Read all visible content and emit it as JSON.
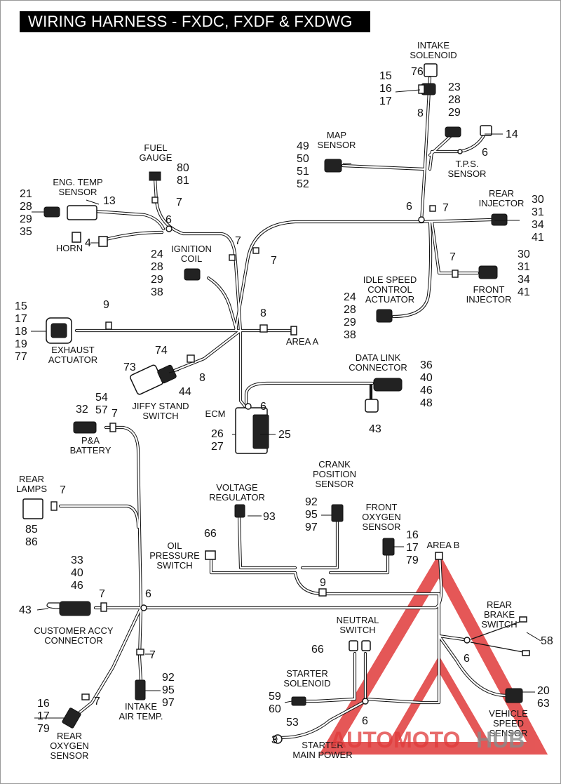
{
  "title": "WIRING HARNESS - FXDC, FXDF & FXDWG",
  "watermark": {
    "text_red": "AUTOMOTO",
    "text_gray": "HUB",
    "color_red": "#e03a3a",
    "color_gray": "#8a8a8a"
  },
  "labels": [
    {
      "id": "intake-solenoid",
      "lines": [
        "INTAKE",
        "SOLENOID"
      ]
    },
    {
      "id": "map-sensor",
      "lines": [
        "MAP",
        "SENSOR"
      ]
    },
    {
      "id": "tps-sensor",
      "lines": [
        "T.P.S.",
        "SENSOR"
      ]
    },
    {
      "id": "fuel-gauge",
      "lines": [
        "FUEL",
        "GAUGE"
      ]
    },
    {
      "id": "eng-temp-sensor",
      "lines": [
        "ENG. TEMP",
        "SENSOR"
      ]
    },
    {
      "id": "horn",
      "lines": [
        "HORN"
      ]
    },
    {
      "id": "ignition-coil",
      "lines": [
        "IGNITION",
        "COIL"
      ]
    },
    {
      "id": "rear-injector",
      "lines": [
        "REAR",
        "INJECTOR"
      ]
    },
    {
      "id": "front-injector",
      "lines": [
        "FRONT",
        "INJECTOR"
      ]
    },
    {
      "id": "idle-speed-control-actuator",
      "lines": [
        "IDLE SPEED",
        "CONTROL",
        "ACTUATOR"
      ]
    },
    {
      "id": "area-a",
      "lines": [
        "AREA A"
      ]
    },
    {
      "id": "exhaust-actuator",
      "lines": [
        "EXHAUST",
        "ACTUATOR"
      ]
    },
    {
      "id": "jiffy-stand-switch",
      "lines": [
        "JIFFY STAND",
        "SWITCH"
      ]
    },
    {
      "id": "data-link-connector",
      "lines": [
        "DATA LINK",
        "CONNECTOR"
      ]
    },
    {
      "id": "ecm",
      "lines": [
        "ECM"
      ]
    },
    {
      "id": "pa-battery",
      "lines": [
        "P&A",
        "BATTERY"
      ]
    },
    {
      "id": "crank-position-sensor",
      "lines": [
        "CRANK",
        "POSITION",
        "SENSOR"
      ]
    },
    {
      "id": "voltage-regulator",
      "lines": [
        "VOLTAGE",
        "REGULATOR"
      ]
    },
    {
      "id": "front-oxygen-sensor",
      "lines": [
        "FRONT",
        "OXYGEN",
        "SENSOR"
      ]
    },
    {
      "id": "rear-lamps",
      "lines": [
        "REAR",
        "LAMPS"
      ]
    },
    {
      "id": "oil-pressure-switch",
      "lines": [
        "OIL",
        "PRESSURE",
        "SWITCH"
      ]
    },
    {
      "id": "area-b",
      "lines": [
        "AREA B"
      ]
    },
    {
      "id": "customer-accy-connector",
      "lines": [
        "CUSTOMER ACCY",
        "CONNECTOR"
      ]
    },
    {
      "id": "rear-brake-switch",
      "lines": [
        "REAR",
        "BRAKE",
        "SWITCH"
      ]
    },
    {
      "id": "neutral-switch",
      "lines": [
        "NEUTRAL",
        "SWITCH"
      ]
    },
    {
      "id": "starter-solenoid",
      "lines": [
        "STARTER",
        "SOLENOID"
      ]
    },
    {
      "id": "intake-air-temp",
      "lines": [
        "INTAKE",
        "AIR TEMP."
      ]
    },
    {
      "id": "vehicle-speed-sensor",
      "lines": [
        "VEHICLE",
        "SPEED",
        "SENSOR"
      ]
    },
    {
      "id": "rear-oxygen-sensor",
      "lines": [
        "REAR",
        "OXYGEN",
        "SENSOR"
      ]
    },
    {
      "id": "starter-main-power",
      "lines": [
        "STARTER",
        "MAIN POWER"
      ]
    }
  ],
  "callouts": [
    {
      "id": "c-76",
      "lines": [
        "76"
      ]
    },
    {
      "id": "c-15-16-17-top",
      "lines": [
        "15",
        "16",
        "17"
      ]
    },
    {
      "id": "c-23-28-29",
      "lines": [
        "23",
        "28",
        "29"
      ]
    },
    {
      "id": "c-8-intake",
      "lines": [
        "8"
      ]
    },
    {
      "id": "c-14",
      "lines": [
        "14"
      ]
    },
    {
      "id": "c-6-tps",
      "lines": [
        "6"
      ]
    },
    {
      "id": "c-49-52",
      "lines": [
        "49",
        "50",
        "51",
        "52"
      ]
    },
    {
      "id": "c-80-81",
      "lines": [
        "80",
        "81"
      ]
    },
    {
      "id": "c-7-fuel",
      "lines": [
        "7"
      ]
    },
    {
      "id": "c-21-35",
      "lines": [
        "21",
        "28",
        "29",
        "35"
      ]
    },
    {
      "id": "c-13",
      "lines": [
        "13"
      ]
    },
    {
      "id": "c-6-eng",
      "lines": [
        "6"
      ]
    },
    {
      "id": "c-4",
      "lines": [
        "4"
      ]
    },
    {
      "id": "c-7-a",
      "lines": [
        "7"
      ]
    },
    {
      "id": "c-7-b",
      "lines": [
        "7"
      ]
    },
    {
      "id": "c-24-38-coil",
      "lines": [
        "24",
        "28",
        "29",
        "38"
      ]
    },
    {
      "id": "c-6-center",
      "lines": [
        "6"
      ]
    },
    {
      "id": "c-7-center",
      "lines": [
        "7"
      ]
    },
    {
      "id": "c-30-41-rear",
      "lines": [
        "30",
        "31",
        "34",
        "41"
      ]
    },
    {
      "id": "c-7-front-inj",
      "lines": [
        "7"
      ]
    },
    {
      "id": "c-30-41-front",
      "lines": [
        "30",
        "31",
        "34",
        "41"
      ]
    },
    {
      "id": "c-24-38-idle",
      "lines": [
        "24",
        "28",
        "29",
        "38"
      ]
    },
    {
      "id": "c-9-exhaust",
      "lines": [
        "9"
      ]
    },
    {
      "id": "c-15-77",
      "lines": [
        "15",
        "17",
        "18",
        "19",
        "77"
      ]
    },
    {
      "id": "c-8-area-a",
      "lines": [
        "8"
      ]
    },
    {
      "id": "c-74",
      "lines": [
        "74"
      ]
    },
    {
      "id": "c-73",
      "lines": [
        "73"
      ]
    },
    {
      "id": "c-8-jiffy",
      "lines": [
        "8"
      ]
    },
    {
      "id": "c-44",
      "lines": [
        "44"
      ]
    },
    {
      "id": "c-36-48",
      "lines": [
        "36",
        "40",
        "46",
        "48"
      ]
    },
    {
      "id": "c-43-dlc",
      "lines": [
        "43"
      ]
    },
    {
      "id": "c-6-ecm",
      "lines": [
        "6"
      ]
    },
    {
      "id": "c-26-27",
      "lines": [
        "26",
        "27"
      ]
    },
    {
      "id": "c-25",
      "lines": [
        "25"
      ]
    },
    {
      "id": "c-54-57",
      "lines": [
        "54",
        "57"
      ]
    },
    {
      "id": "c-32",
      "lines": [
        "32"
      ]
    },
    {
      "id": "c-7-battery",
      "lines": [
        "7"
      ]
    },
    {
      "id": "c-7-rear-lamps",
      "lines": [
        "7"
      ]
    },
    {
      "id": "c-85-86",
      "lines": [
        "85",
        "86"
      ]
    },
    {
      "id": "c-93",
      "lines": [
        "93"
      ]
    },
    {
      "id": "c-92-97-crank",
      "lines": [
        "92",
        "95",
        "97"
      ]
    },
    {
      "id": "c-16-79-front",
      "lines": [
        "16",
        "17",
        "79"
      ]
    },
    {
      "id": "c-66-oil",
      "lines": [
        "66"
      ]
    },
    {
      "id": "c-9-lower",
      "lines": [
        "9"
      ]
    },
    {
      "id": "c-33-46",
      "lines": [
        "33",
        "40",
        "46"
      ]
    },
    {
      "id": "c-7-accy",
      "lines": [
        "7"
      ]
    },
    {
      "id": "c-43-accy",
      "lines": [
        "43"
      ]
    },
    {
      "id": "c-6-lower",
      "lines": [
        "6"
      ]
    },
    {
      "id": "c-7-intake-air",
      "lines": [
        "7"
      ]
    },
    {
      "id": "c-92-97-air",
      "lines": [
        "92",
        "95",
        "97"
      ]
    },
    {
      "id": "c-7-rear-o2",
      "lines": [
        "7"
      ]
    },
    {
      "id": "c-16-79-rear",
      "lines": [
        "16",
        "17",
        "79"
      ]
    },
    {
      "id": "c-58",
      "lines": [
        "58"
      ]
    },
    {
      "id": "c-6-brake",
      "lines": [
        "6"
      ]
    },
    {
      "id": "c-66-neutral",
      "lines": [
        "66"
      ]
    },
    {
      "id": "c-59-60",
      "lines": [
        "59",
        "60"
      ]
    },
    {
      "id": "c-53",
      "lines": [
        "53"
      ]
    },
    {
      "id": "c-6-starter",
      "lines": [
        "6"
      ]
    },
    {
      "id": "c-3",
      "lines": [
        "3"
      ]
    },
    {
      "id": "c-20-63",
      "lines": [
        "20",
        "63"
      ]
    }
  ]
}
